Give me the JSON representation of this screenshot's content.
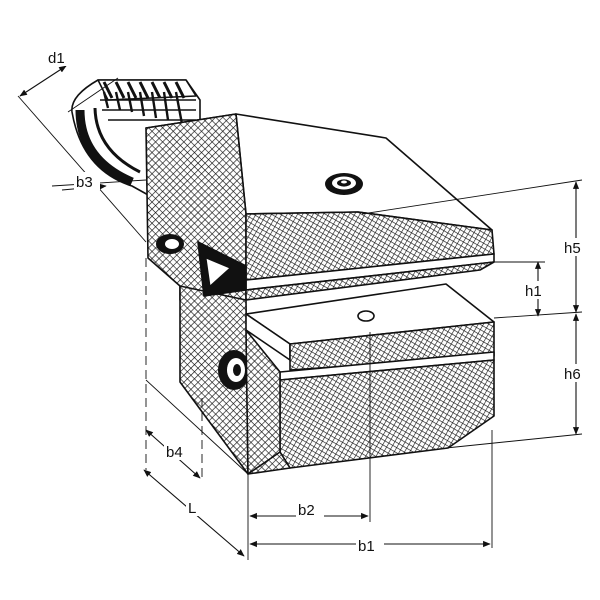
{
  "drawing": {
    "labels": {
      "d1": "d1",
      "b3": "b3",
      "h5": "h5",
      "h1": "h1",
      "h6": "h6",
      "b4": "b4",
      "L": "L",
      "b2": "b2",
      "b1": "b1"
    },
    "colors": {
      "ink": "#111111",
      "paper": "#ffffff"
    }
  }
}
